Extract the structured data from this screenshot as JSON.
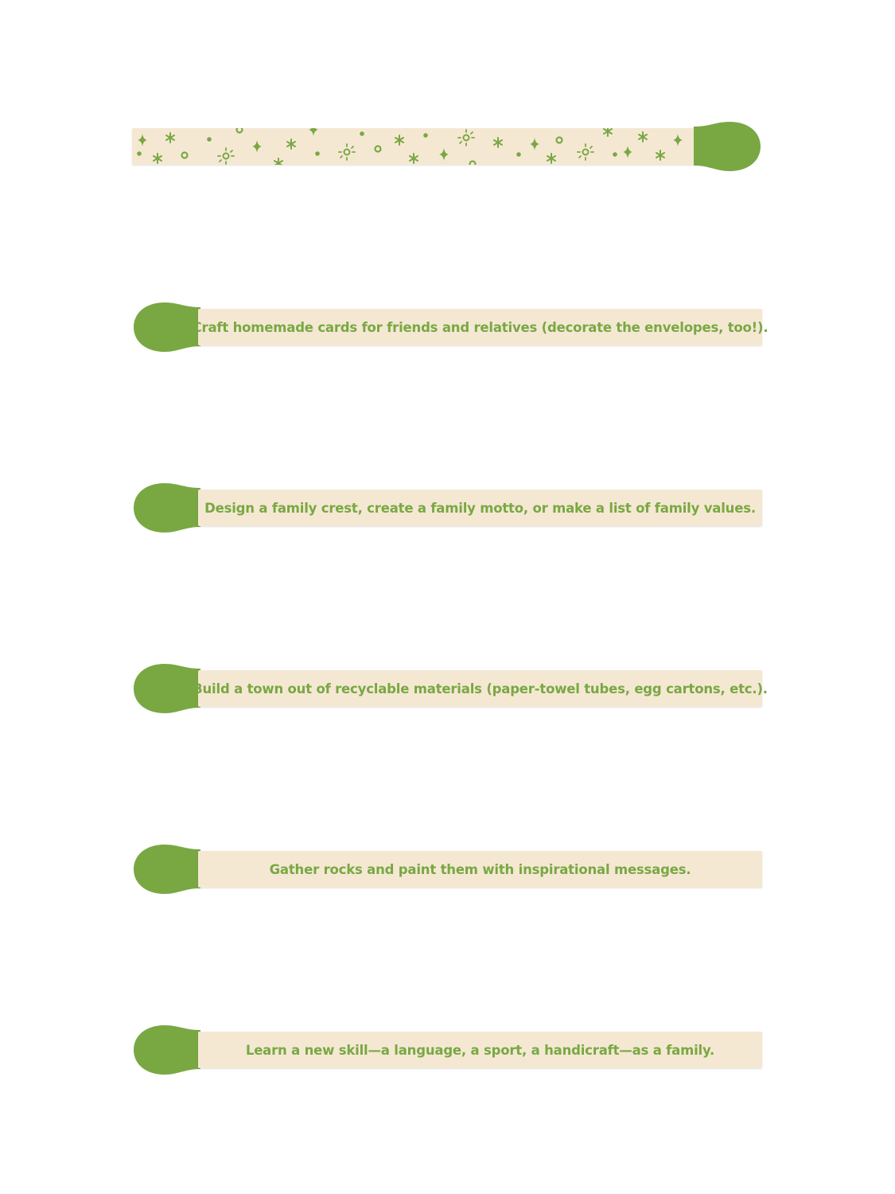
{
  "colors": {
    "green": "#79a843",
    "cream": "#f5e8d3"
  },
  "decorative_match": {
    "pattern": "stars-dots-circles-suns"
  },
  "matches": [
    {
      "label": "Craft homemade cards for friends and relatives (decorate the envelopes, too!)."
    },
    {
      "label": "Design a family crest, create a family motto, or make a list of family values."
    },
    {
      "label": "Build a town out of recyclable materials (paper-towel tubes, egg cartons, etc.)."
    },
    {
      "label": "Gather rocks and paint them with inspirational messages."
    },
    {
      "label": "Learn a new skill—a language, a sport, a handicraft—as a family."
    }
  ]
}
